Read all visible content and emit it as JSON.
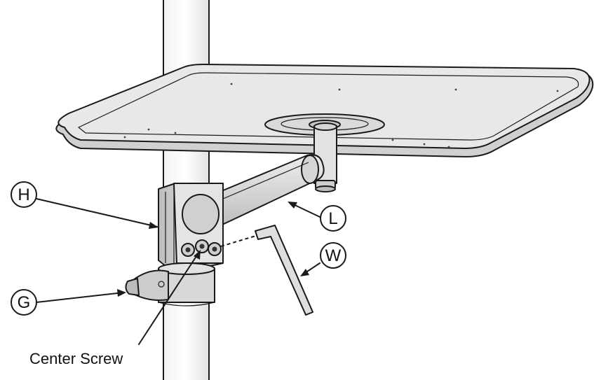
{
  "callouts": {
    "h": "H",
    "l": "L",
    "w": "W",
    "g": "G"
  },
  "caption": "Center Screw",
  "colors": {
    "line": "#1a1a1a",
    "tray_fill": "#e6e6e6",
    "tray_edge": "#d2d2d2",
    "metal_light": "#dcdcdc",
    "metal_mid": "#c4c4c4",
    "metal_dark": "#a6a6a6",
    "background": "#ffffff"
  },
  "icons": [
    "pole",
    "tray",
    "arm",
    "clamp-h",
    "collar-g",
    "hex-key-w",
    "screws"
  ]
}
